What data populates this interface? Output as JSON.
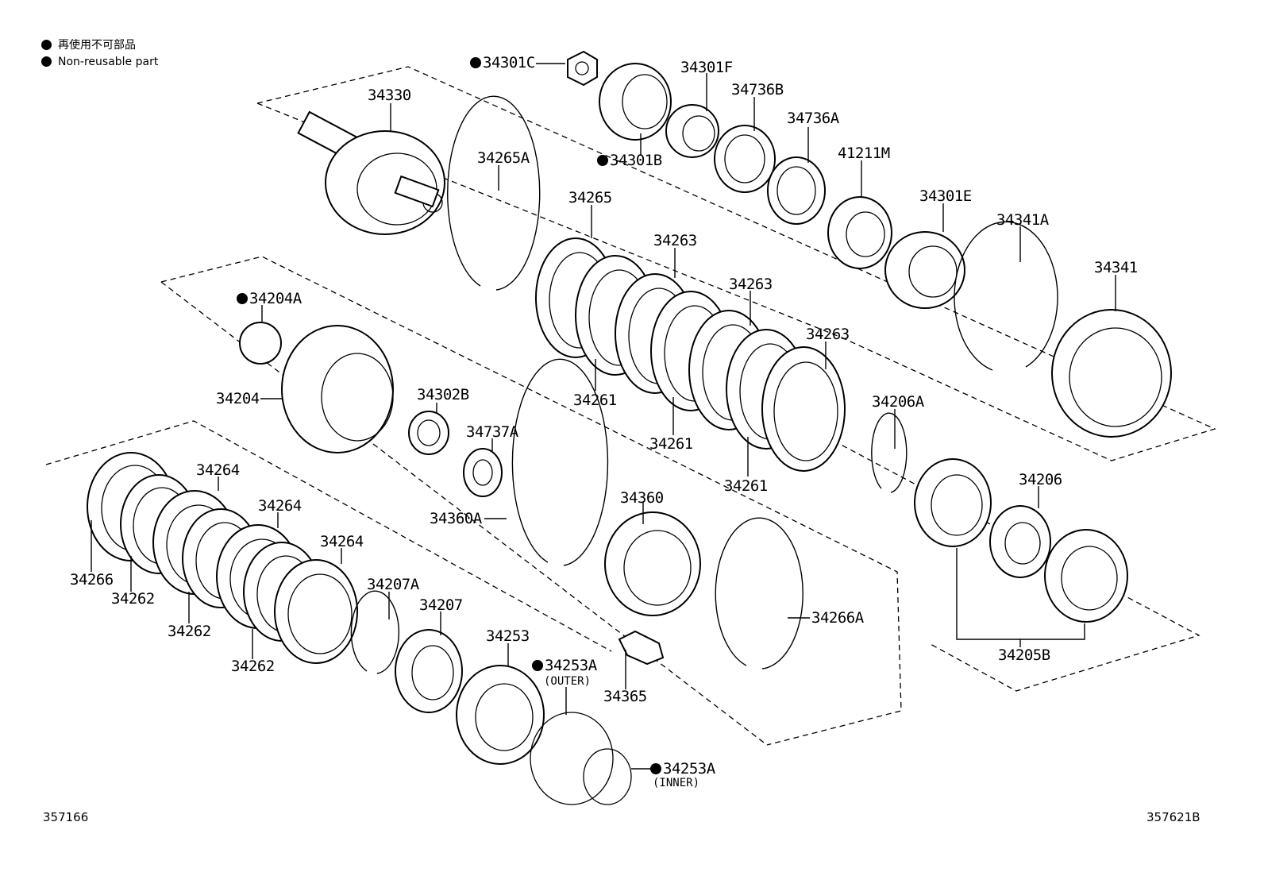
{
  "legend": {
    "jp": "再使用不可部品",
    "en": "Non-reusable part"
  },
  "figure_codes": {
    "left": "357166",
    "right": "357621B"
  },
  "callouts": [
    {
      "id": "34301C",
      "nonreusable": true
    },
    {
      "id": "34301F",
      "nonreusable": false
    },
    {
      "id": "34736B",
      "nonreusable": false
    },
    {
      "id": "34736A",
      "nonreusable": false
    },
    {
      "id": "34330",
      "nonreusable": false
    },
    {
      "id": "34301B",
      "nonreusable": true
    },
    {
      "id": "41211M",
      "nonreusable": false
    },
    {
      "id": "34301E",
      "nonreusable": false
    },
    {
      "id": "34265A",
      "nonreusable": false
    },
    {
      "id": "34265",
      "nonreusable": false
    },
    {
      "id": "34341A",
      "nonreusable": false
    },
    {
      "id": "34263",
      "nonreusable": false
    },
    {
      "id": "34341",
      "nonreusable": false
    },
    {
      "id": "34204A",
      "nonreusable": true
    },
    {
      "id": "34263",
      "nonreusable": false
    },
    {
      "id": "34263",
      "nonreusable": false
    },
    {
      "id": "34204",
      "nonreusable": false
    },
    {
      "id": "34302B",
      "nonreusable": false
    },
    {
      "id": "34261",
      "nonreusable": false
    },
    {
      "id": "34206A",
      "nonreusable": false
    },
    {
      "id": "34737A",
      "nonreusable": false
    },
    {
      "id": "34261",
      "nonreusable": false
    },
    {
      "id": "34264",
      "nonreusable": false
    },
    {
      "id": "34206",
      "nonreusable": false
    },
    {
      "id": "34261",
      "nonreusable": false
    },
    {
      "id": "34360",
      "nonreusable": false
    },
    {
      "id": "34264",
      "nonreusable": false
    },
    {
      "id": "34360A",
      "nonreusable": false
    },
    {
      "id": "34264",
      "nonreusable": false
    },
    {
      "id": "34266",
      "nonreusable": false
    },
    {
      "id": "34207A",
      "nonreusable": false
    },
    {
      "id": "34262",
      "nonreusable": false
    },
    {
      "id": "34207",
      "nonreusable": false
    },
    {
      "id": "34266A",
      "nonreusable": false
    },
    {
      "id": "34262",
      "nonreusable": false
    },
    {
      "id": "34253",
      "nonreusable": false
    },
    {
      "id": "34205B",
      "nonreusable": false
    },
    {
      "id": "34253A",
      "nonreusable": true
    },
    {
      "id": "34262",
      "nonreusable": false
    },
    {
      "id": "34365",
      "nonreusable": false
    },
    {
      "id": "34253A",
      "nonreusable": true
    }
  ],
  "sublabels": {
    "outer": "(OUTER)",
    "inner": "(INNER)"
  }
}
